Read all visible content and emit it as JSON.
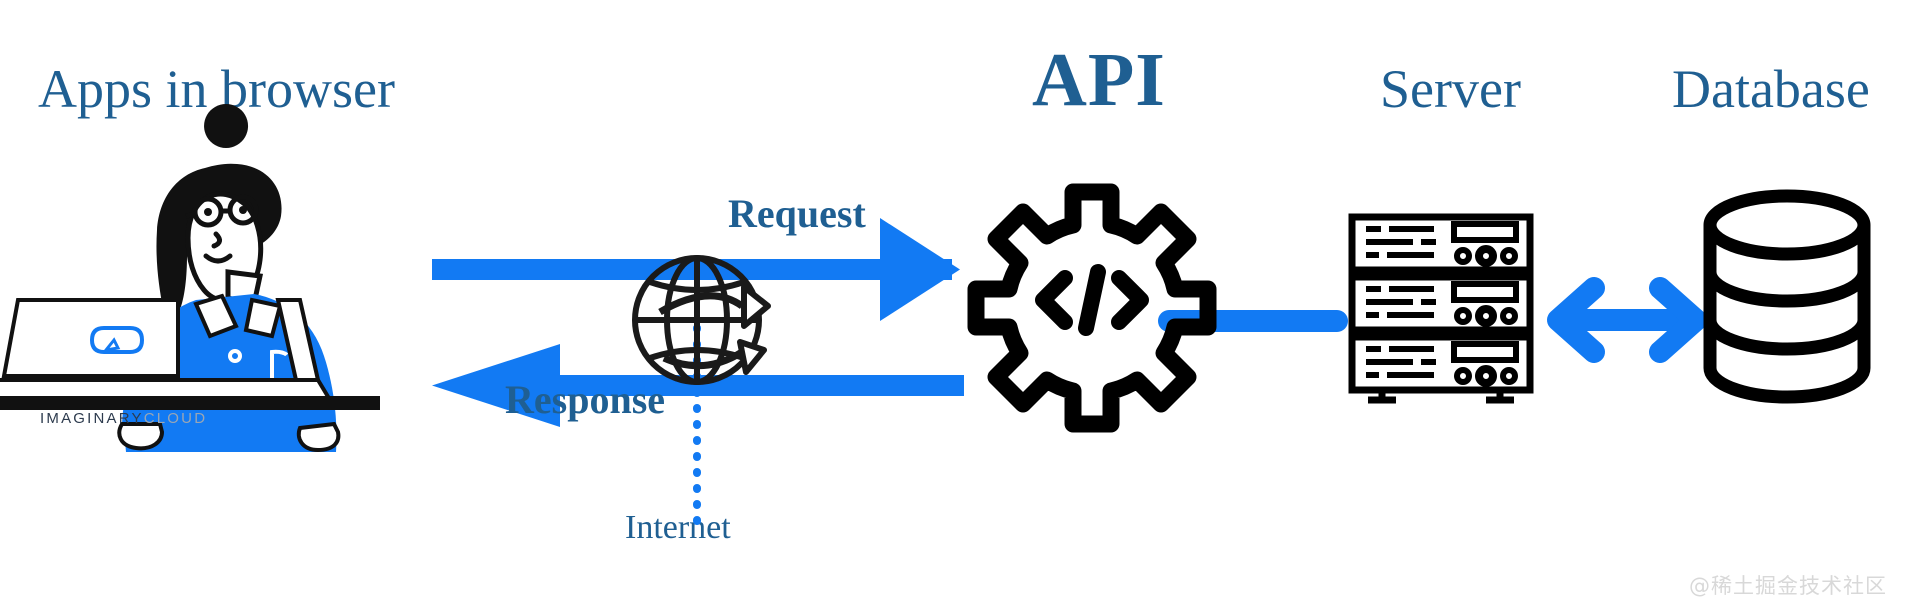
{
  "diagram": {
    "title_labels": {
      "apps": "Apps in browser",
      "api": "API",
      "server": "Server",
      "database": "Database"
    },
    "flow_labels": {
      "request": "Request",
      "response": "Response",
      "internet": "Internet"
    },
    "icons": {
      "person_laptop": "person-at-laptop-icon",
      "globe": "globe-internet-icon",
      "gear_code": "gear-code-icon",
      "server_rack": "server-rack-icon",
      "database_cylinder": "database-cylinder-icon"
    },
    "arrows": [
      {
        "name": "request-arrow",
        "direction": "right",
        "label": "Request"
      },
      {
        "name": "response-arrow",
        "direction": "left",
        "label": "Response"
      },
      {
        "name": "api-server-connector",
        "direction": "none",
        "label": ""
      },
      {
        "name": "server-database-arrow",
        "direction": "both",
        "label": ""
      }
    ],
    "laptop_logo": {
      "primary": "IMAGINARY",
      "secondary": "CLOUD"
    },
    "watermark": "@稀土掘金技术社区",
    "colors": {
      "label_blue": "#1f5f92",
      "arrow_blue": "#127af3",
      "icon_black": "#000000",
      "background": "#ffffff",
      "watermark_grey": "#d8d8d8"
    }
  }
}
